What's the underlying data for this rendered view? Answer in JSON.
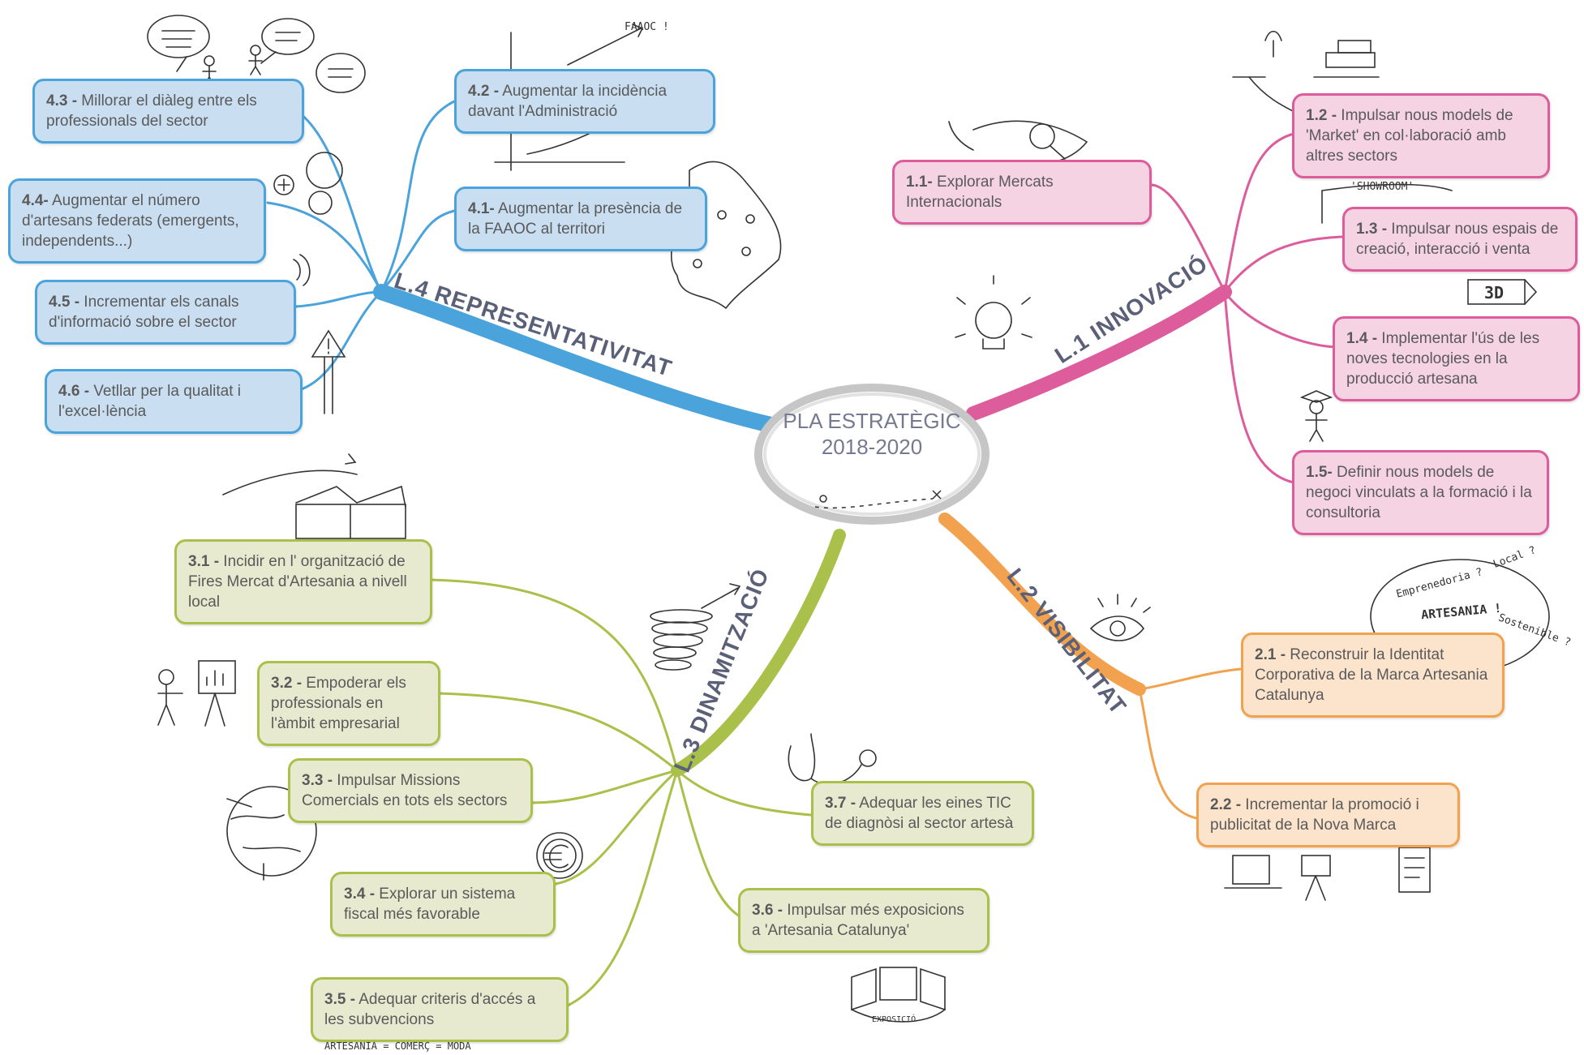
{
  "center": {
    "line1": "PLA ESTRATÈGIC",
    "line2": "2018-2020"
  },
  "branches": {
    "l1": "L.1 INNOVACIÓ",
    "l2": "L.2 VISIBILITAT",
    "l3": "L.3 DINAMITZACIÓ",
    "l4": "L.4 REPRESENTATIVITAT"
  },
  "nodes": {
    "n11": {
      "id": "1.1-",
      "text": " Explorar Mercats Internacionals"
    },
    "n12": {
      "id": "1.2 -",
      "text": " Impulsar nous models de 'Market' en col·laboració amb altres sectors"
    },
    "n13": {
      "id": "1.3 -",
      "text": " Impulsar nous espais de creació, interacció i venta"
    },
    "n14": {
      "id": "1.4 -",
      "text": " Implementar l'ús de les noves tecnologies en la producció artesana"
    },
    "n15": {
      "id": "1.5-",
      "text": " Definir nous models de negoci vinculats a la formació i la consultoria"
    },
    "n21": {
      "id": "2.1 -",
      "text": " Reconstruir la Identitat Corporativa de la Marca Artesania Catalunya"
    },
    "n22": {
      "id": "2.2 -",
      "text": " Incrementar la promoció i publicitat de la Nova Marca"
    },
    "n31": {
      "id": "3.1 -",
      "text": " Incidir en l' organització de Fires Mercat d'Artesania a nivell local"
    },
    "n32": {
      "id": "3.2 -",
      "text": " Empoderar els professionals en l'àmbit empresarial"
    },
    "n33": {
      "id": "3.3 -",
      "text": " Impulsar Missions Comercials en tots els sectors"
    },
    "n34": {
      "id": "3.4 -",
      "text": " Explorar un sistema fiscal més favorable"
    },
    "n35": {
      "id": "3.5 -",
      "text": " Adequar criteris d'accés a les subvencions"
    },
    "n36": {
      "id": "3.6 -",
      "text": " Impulsar més exposicions a 'Artesania Catalunya'"
    },
    "n37": {
      "id": "3.7 -",
      "text": " Adequar les eines TIC de diagnòsi al sector artesà"
    },
    "n41": {
      "id": "4.1-",
      "text": " Augmentar la presència de la FAAOC al territori"
    },
    "n42": {
      "id": "4.2 -",
      "text": " Augmentar la incidència davant l'Administració"
    },
    "n43": {
      "id": "4.3 -",
      "text": " Millorar el diàleg entre els professionals del sector"
    },
    "n44": {
      "id": "4.4-",
      "text": " Augmentar el número d'artesans federats (emergents, independents...)"
    },
    "n45": {
      "id": "4.5 -",
      "text": " Incrementar els canals d'informació sobre el sector"
    },
    "n46": {
      "id": "4.6 -",
      "text": " Vetllar per la qualitat i l'excel·lència"
    }
  },
  "sketch_notes": {
    "faaoc": "FAAOC !",
    "showroom": "'SHOWROOM'",
    "threed": "3D",
    "emprenedoria": "Emprenedoria ?",
    "local": "Local ?",
    "artesania": "ARTESANIA !",
    "sostenible": "Sostenible ?",
    "exposicio": "EXPOSICIÓ",
    "bottom": "ARTESANIA = COMERÇ = MODA"
  },
  "colors": {
    "l1": "#dc5c9c",
    "l2": "#f2a24e",
    "l3": "#a9c14a",
    "l4": "#4aa3db"
  }
}
